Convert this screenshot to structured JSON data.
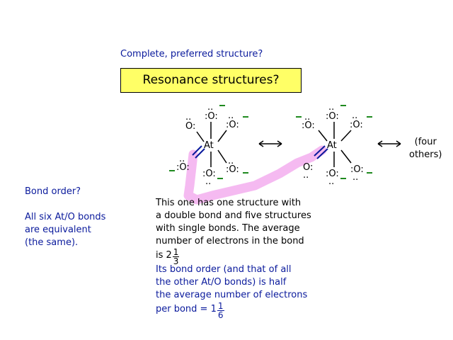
{
  "heading": "Complete, preferred structure?",
  "resonance_box": "Resonance structures?",
  "bond_order_question": "Bond order?",
  "equivalence_lines": [
    "All six At/O bonds",
    "are equivalent",
    "(the same)."
  ],
  "explanation": {
    "black_lines": [
      "This one has one structure with",
      "a double bond and five structures",
      "with single bonds.  The average",
      "number of electrons in the bond"
    ],
    "is_prefix": "is 2",
    "is_frac_num": "1",
    "is_frac_den": "3",
    "blue_lines": [
      "Its bond order (and that of all",
      "the other At/O bonds) is half",
      "the average number of electrons"
    ],
    "per_bond_prefix": "per bond = 1",
    "per_bond_frac_num": "1",
    "per_bond_frac_den": "6"
  },
  "four_others": [
    "(four",
    "others)"
  ],
  "atoms": {
    "central": "At",
    "oxygen": "O"
  },
  "colors": {
    "highlight": "#f4b3f0",
    "charge": "#1f8a1f",
    "double_bond": "#0a1a9c",
    "box": "#ffff66"
  }
}
